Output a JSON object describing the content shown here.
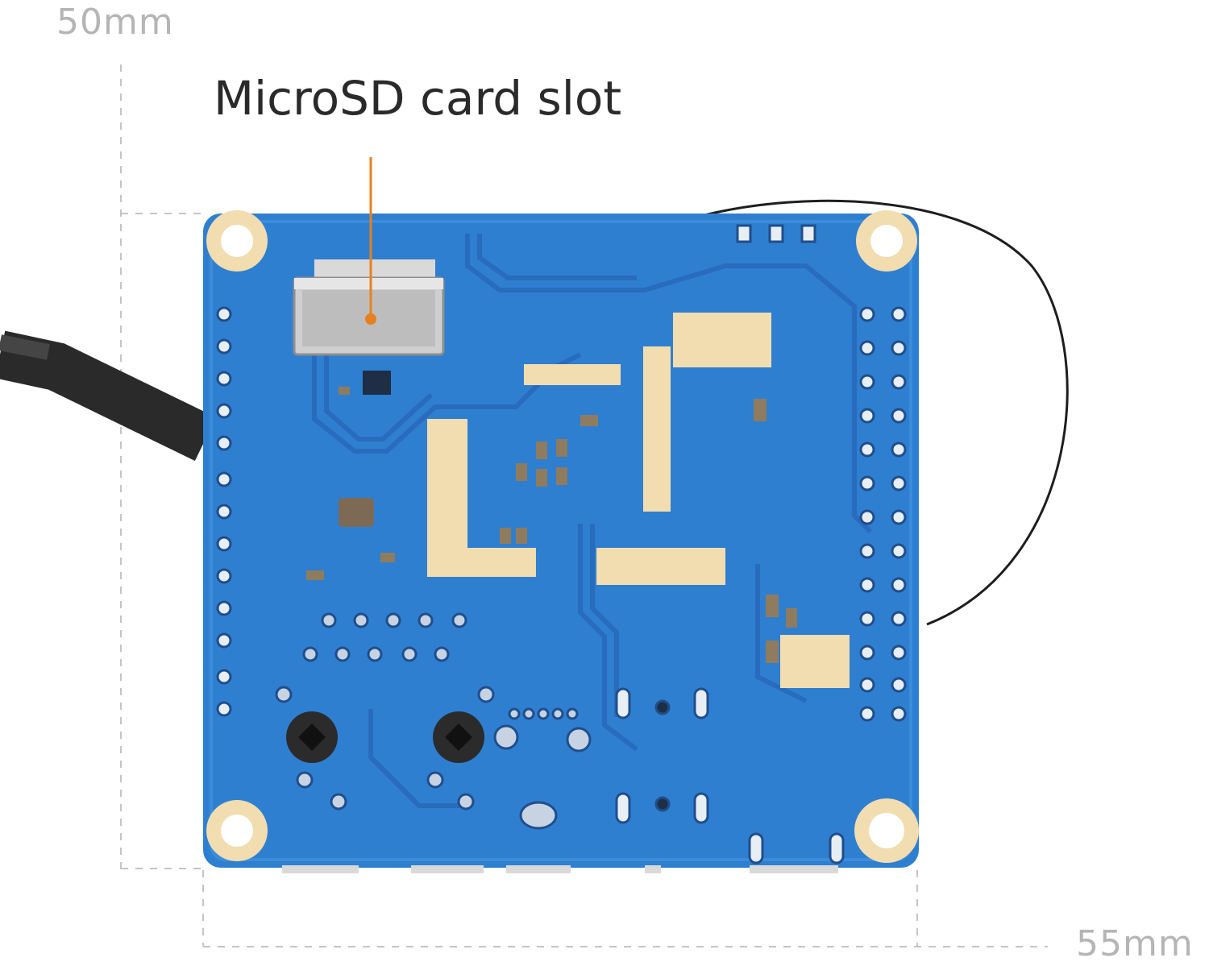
{
  "dimensions": {
    "height_label": "50mm",
    "width_label": "55mm"
  },
  "callout": {
    "label": "MicroSD card slot"
  },
  "colors": {
    "pcb_blue": "#2f7fd1",
    "trace_blue": "#2a6fc0",
    "gold_pad": "#f1ddb0",
    "callout_line": "#e8801e",
    "dim_line": "#c4c4c4",
    "cable": "#2b2b2b"
  }
}
